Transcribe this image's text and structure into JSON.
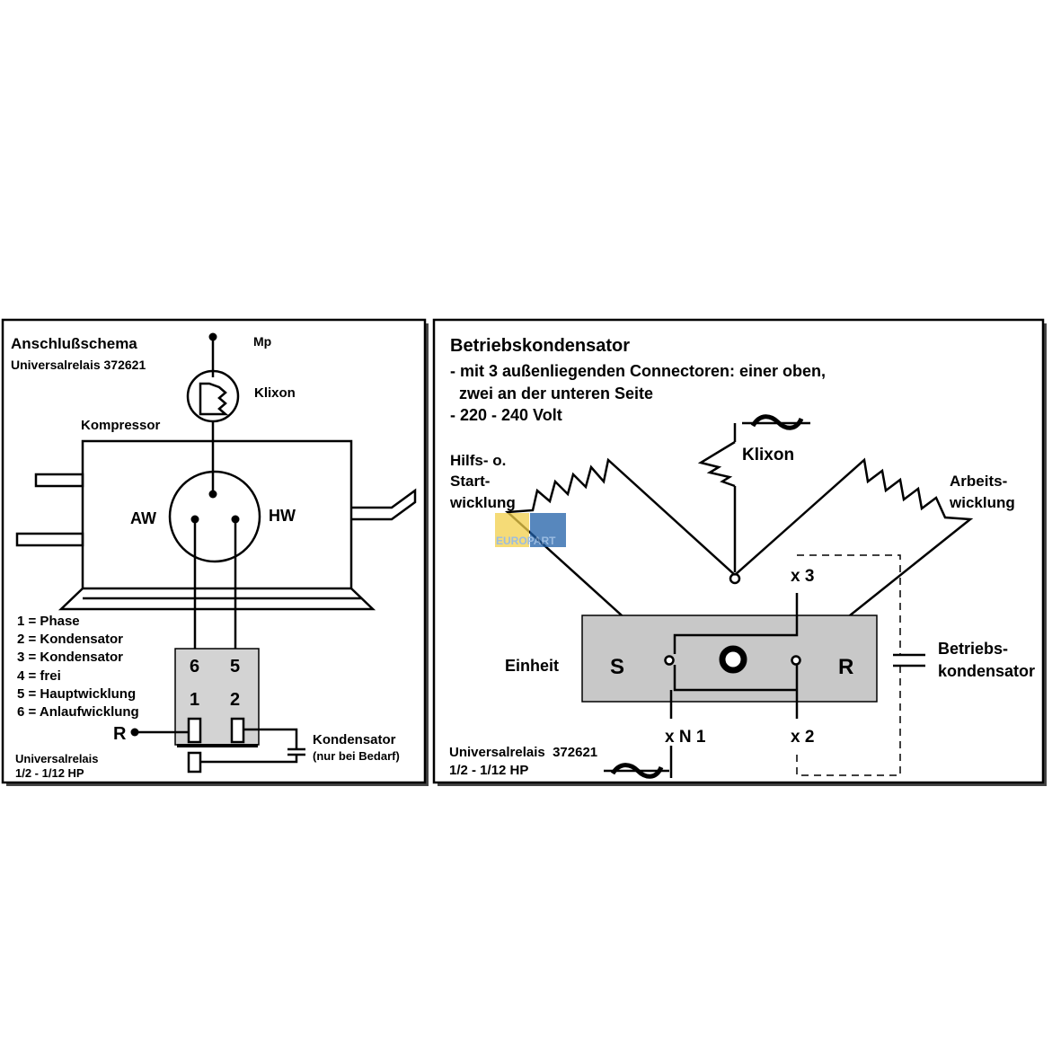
{
  "left_panel": {
    "title": "Anschlußschema",
    "subtitle": "Universalrelais  372621",
    "mp_label": "Mp",
    "klixon_label": "Klixon",
    "kompressor_label": "Kompressor",
    "aw_label": "AW",
    "hw_label": "HW",
    "legend": [
      "1 = Phase",
      "2 = Kondensator",
      "3 = Kondensator",
      "4 = frei",
      "5 = Hauptwicklung",
      "6 = Anlaufwicklung"
    ],
    "terminals": {
      "t6": "6",
      "t5": "5",
      "t1": "1",
      "t2": "2"
    },
    "r_label": "R",
    "kondensator_label": "Kondensator",
    "kondensator_note": "(nur bei Bedarf)",
    "footer_line1": "Universalrelais",
    "footer_line2": "1/2 - 1/12 HP"
  },
  "right_panel": {
    "title": "Betriebskondensator",
    "bullets": [
      "- mit 3 außenliegenden Connectoren: einer oben,",
      "  zwei an der unteren Seite",
      "- 220 - 240 Volt"
    ],
    "klixon_label": "Klixon",
    "hilfs_line1": "Hilfs- o.",
    "hilfs_line2": "Start-",
    "hilfs_line3": "wicklung",
    "arbeits_line1": "Arbeits-",
    "arbeits_line2": "wicklung",
    "x3_label": "x 3",
    "einheit_label": "Einheit",
    "s_label": "S",
    "r_label": "R",
    "betriebs_line1": "Betriebs-",
    "betriebs_line2": "kondensator",
    "xn1_label": "x N 1",
    "x2_label": "x 2",
    "footer_line1": "Universalrelais  372621",
    "footer_line2": "1/2 - 1/12 HP"
  },
  "watermark": {
    "text": "EUROPART"
  },
  "colors": {
    "unit_fill": "#c8c8c8",
    "watermark_blue": "#1f5fa8",
    "watermark_yellow": "#f2cf4a"
  }
}
